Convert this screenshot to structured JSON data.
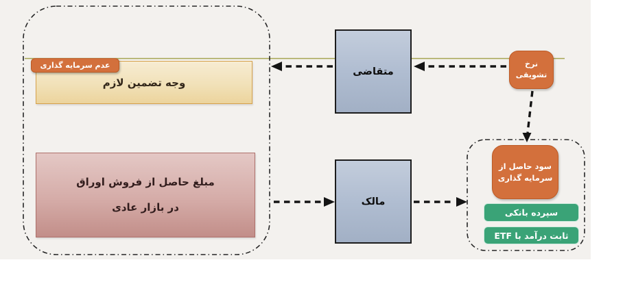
{
  "slide": {
    "left_group": {
      "no_investment_tag": "عدم سرمایه گذاری",
      "guarantee_box_label": "وجه تضمین لازم",
      "proceeds_box_line1": "مبلغ حاصل از فروش اوراق",
      "proceeds_box_line2": "در بازار عادی"
    },
    "center": {
      "demander_label": "متقاضی",
      "owner_label": "مالک"
    },
    "right_group": {
      "incentive_rate_line1": "نرخ",
      "incentive_rate_line2": "تشویقی",
      "profit_box_line1": "سود حاصل از",
      "profit_box_line2": "سرمایه گذاری",
      "bank_deposit_label": "سپرده بانکی",
      "fixed_income_etf_label": "ثابت درآمد با ETF"
    },
    "colors": {
      "slide_background": "#f3f1ee",
      "accent_orange": "#d3703c",
      "accent_green": "#3aa377",
      "steel_blue_box": "#aebccf",
      "tan_box": "#f0dfb8",
      "rose_box": "#d4aaa6",
      "olive_line": "#a5a551",
      "dashed_outline": "#262626",
      "arrow_black": "#141414"
    }
  }
}
